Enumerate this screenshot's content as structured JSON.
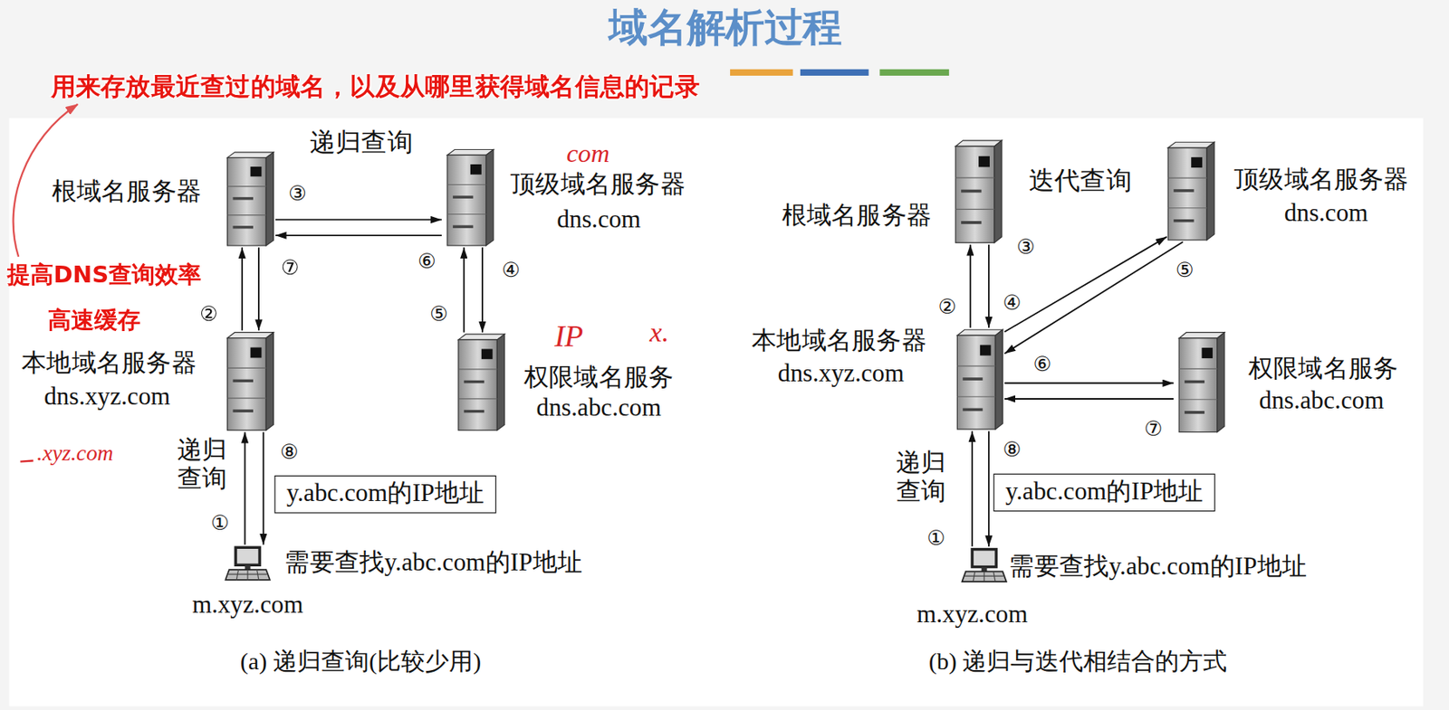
{
  "diagram": {
    "title": "域名解析过程",
    "nodes": [
      {
        "text": [
          "根域名服务器"
        ]
      },
      {
        "text": [
          "顶级域名服务器",
          "dns.com"
        ]
      },
      {
        "text": [
          "本地域名服务器",
          "dns.xyz.com"
        ]
      },
      {
        "text": [
          "权限域名服务",
          "dns.abc.com"
        ]
      },
      {
        "text": [
          "y.abc.com的IP地址"
        ]
      },
      {
        "text": [
          "需要查找y.abc.com的IP地址",
          "m.xyz.com"
        ]
      },
      {
        "text": [
          "根域名服务器"
        ]
      },
      {
        "text": [
          "顶级域名服务器",
          "dns.com"
        ]
      },
      {
        "text": [
          "本地域名服务器",
          "dns.xyz.com"
        ]
      },
      {
        "text": [
          "权限域名服务",
          "dns.abc.com"
        ]
      },
      {
        "text": [
          "y.abc.com的IP地址"
        ]
      },
      {
        "text": [
          "需要查找y.abc.com的IP地址",
          "m.xyz.com"
        ]
      }
    ],
    "edges": [
      {
        "from": 5,
        "to": 2,
        "arrow": "to",
        "label": "①"
      },
      {
        "from": 2,
        "to": 0,
        "arrow": "to",
        "label": "②"
      },
      {
        "from": 0,
        "to": 1,
        "arrow": "to",
        "label": "③"
      },
      {
        "from": 1,
        "to": 3,
        "arrow": "to",
        "label": "④"
      },
      {
        "from": 3,
        "to": 1,
        "arrow": "to",
        "label": "⑤"
      },
      {
        "from": 1,
        "to": 0,
        "arrow": "to",
        "label": "⑥"
      },
      {
        "from": 0,
        "to": 2,
        "arrow": "to",
        "label": "⑦"
      },
      {
        "from": 2,
        "to": 5,
        "arrow": "to",
        "label": "⑧"
      },
      {
        "from": 11,
        "to": 8,
        "arrow": "to",
        "label": "①"
      },
      {
        "from": 8,
        "to": 6,
        "arrow": "to",
        "label": "②"
      },
      {
        "from": 6,
        "to": 8,
        "arrow": "to",
        "label": "③"
      },
      {
        "from": 8,
        "to": 7,
        "arrow": "to",
        "label": "④"
      },
      {
        "from": 7,
        "to": 8,
        "arrow": "to",
        "label": "⑤"
      },
      {
        "from": 8,
        "to": 9,
        "arrow": "to",
        "label": "⑥"
      },
      {
        "from": 9,
        "to": 8,
        "arrow": "to",
        "label": "⑦"
      },
      {
        "from": 8,
        "to": 11,
        "arrow": "to",
        "label": "⑧"
      }
    ],
    "labels": [
      "递归查询",
      "迭代查询",
      "递归 查询",
      "递归 查询",
      "用来存放最近查过的域名，以及从哪里获得域名信息的记录",
      "提高DNS查询效率",
      "高速缓存",
      "com",
      "IP",
      "x.",
      ".xyz.com",
      "(a) 递归查询(比较少用)",
      "(b) 递归与迭代相结合的方式"
    ]
  }
}
